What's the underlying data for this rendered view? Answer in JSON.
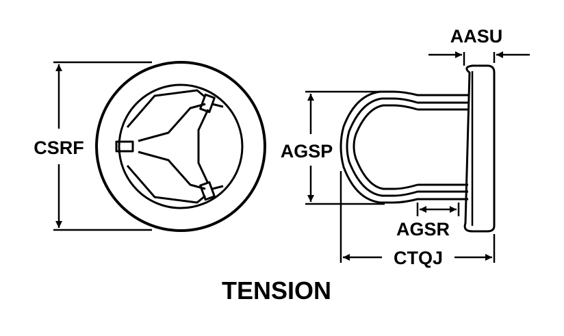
{
  "caption": "TENSION",
  "dimensions": {
    "csrf": "CSRF",
    "agsp": "AGSP",
    "aasu": "AASU",
    "agsr": "AGSR",
    "ctqj": "CTQJ"
  },
  "colors": {
    "ink": "#000000",
    "background": "#ffffff"
  }
}
